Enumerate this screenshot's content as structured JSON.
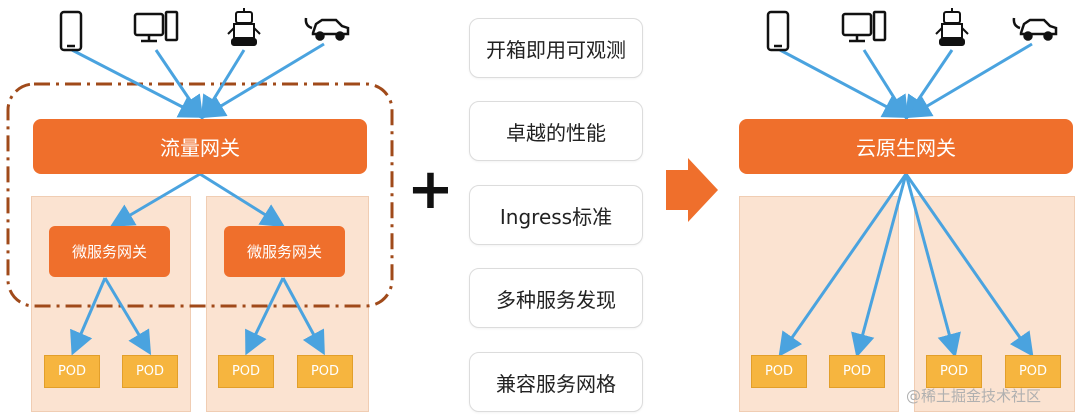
{
  "left": {
    "gateway_label": "流量网关",
    "micro_gateways": [
      "微服务网关",
      "微服务网关"
    ],
    "pods": [
      "POD",
      "POD",
      "POD",
      "POD"
    ]
  },
  "plus_symbol": "+",
  "features": [
    "开箱即用可观测",
    "卓越的性能",
    "Ingress标准",
    "多种服务发现",
    "兼容服务网格"
  ],
  "right": {
    "gateway_label": "云原生网关",
    "pods": [
      "POD",
      "POD",
      "POD",
      "POD"
    ]
  },
  "client_icons": [
    "phone-icon",
    "desktop-computer-icon",
    "robot-icon",
    "electric-car-icon"
  ],
  "colors": {
    "accent_orange": "#ef6f2c",
    "pod_yellow": "#f6b53f",
    "panel_peach": "#fbe3d1",
    "arrow_blue": "#4aa3df",
    "dashed_brown": "#a04a1a"
  },
  "watermark": "@稀土掘金技术社区"
}
